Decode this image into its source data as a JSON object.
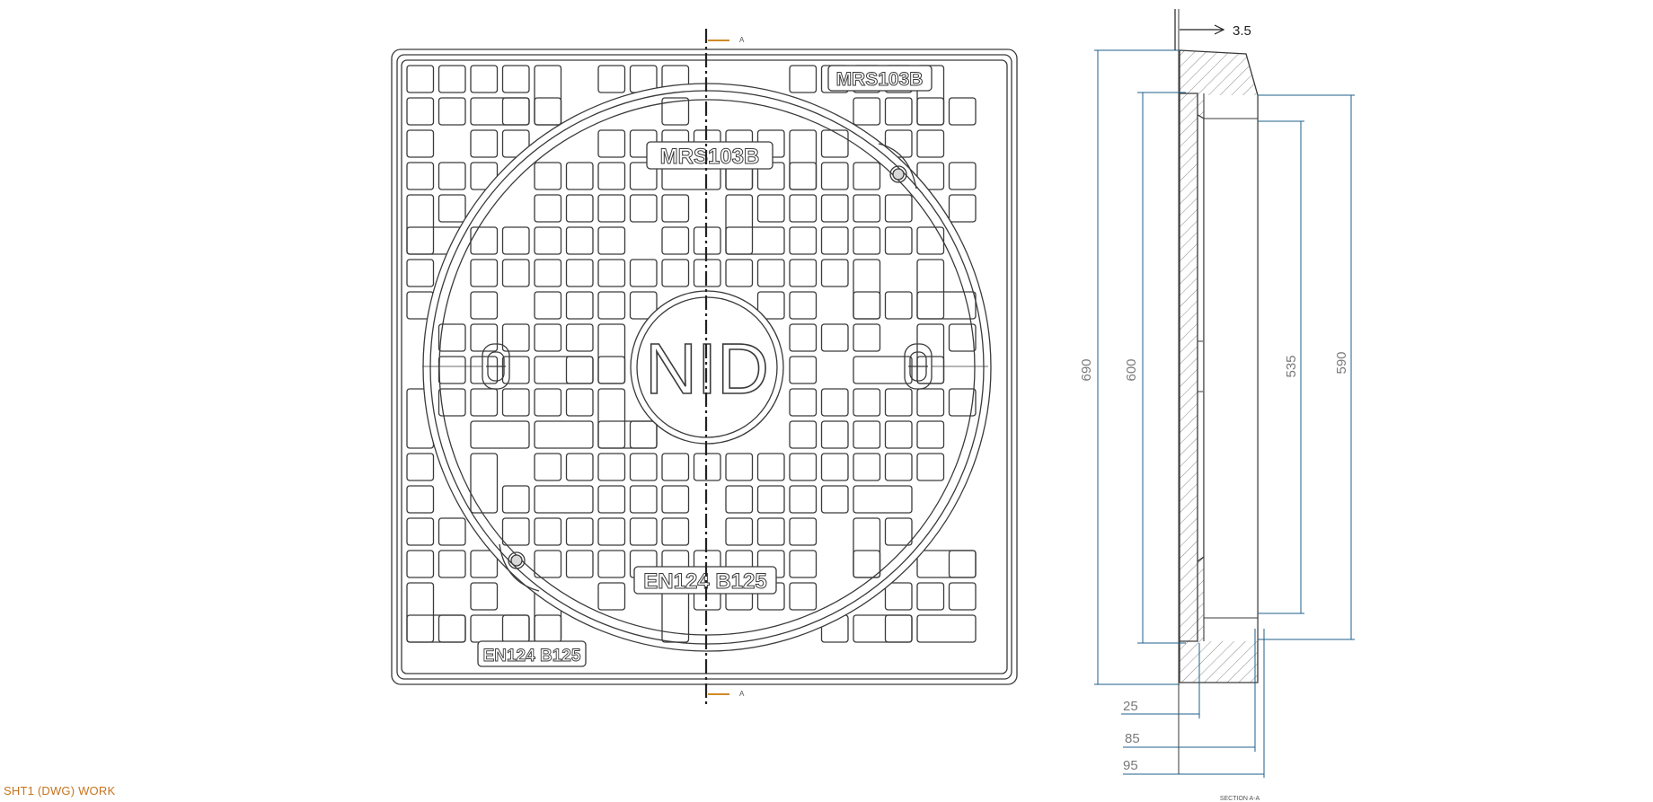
{
  "sheet_tab": "SHT1 (DWG) WORK",
  "plan_view": {
    "marking_top_outer": "MRS103B",
    "marking_top_inner": "MRS103B",
    "logo": "NID",
    "marking_bottom_inner": "EN124 B125",
    "marking_bottom_outer": "EN124 B125",
    "section_mark_top": "A",
    "section_mark_bottom": "A"
  },
  "section_view": {
    "dimensions": {
      "overall_height": "690",
      "cover_height": "600",
      "clear_opening": "535",
      "seat_height": "590",
      "top_offset": "3.5",
      "depth_25": "25",
      "depth_85": "85",
      "depth_95": "95"
    },
    "caption": "SECTION A-A"
  },
  "colors": {
    "line": "#3a3a3a",
    "dimension": "#1f5f8b",
    "section_marker": "#d08a2a",
    "sheet_tab": "#c8741e"
  }
}
